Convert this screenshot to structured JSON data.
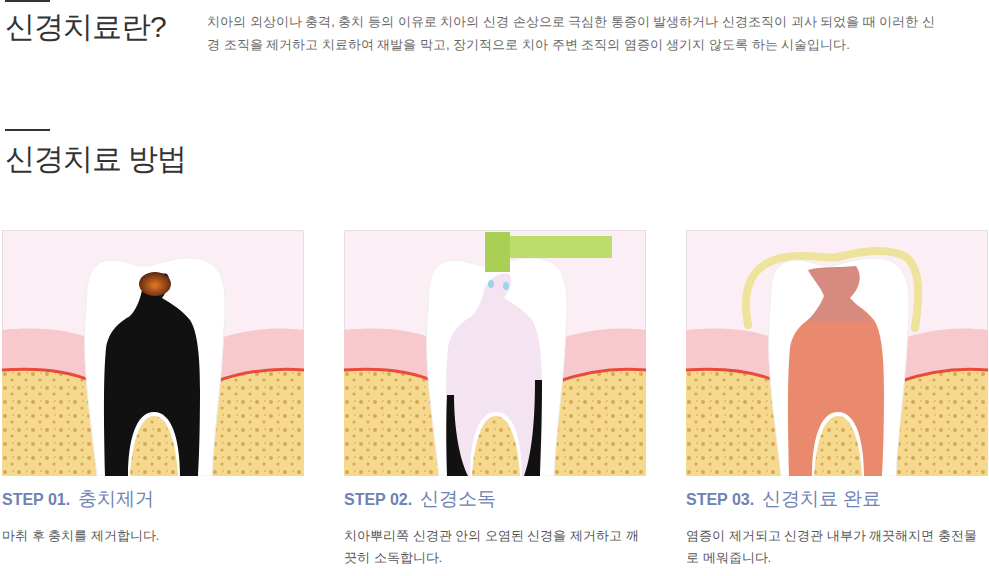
{
  "diagram": {
    "title": "신경치료란?",
    "nodes": [
      {
        "text": [
          "STEP 01.",
          "충치제거",
          "마취 후 충치를 제거합니다."
        ]
      },
      {
        "text": [
          "STEP 02.",
          "신경소독",
          "치아뿌리쪽 신경관 안의 오염된 신경을 제거하고 깨끗히 소독합니다."
        ]
      },
      {
        "text": [
          "STEP 03.",
          "신경치료 완료",
          "염증이 제거되고 신경관 내부가 깨끗해지면 충전물로 메워줍니다."
        ]
      }
    ],
    "labels": [
      "치아의 외상이나 충격, 충치 등의 이유로 치아의 신경 손상으로 극심한 통증이 발생하거나 신경조직이 괴사 되었을 때 이러한 신경 조직을 제거하고 치료하여 재발을 막고, 장기적으로 치아 주변 조직의 염증이 생기지 않도록 하는 시술입니다.",
      "신경치료 방법"
    ]
  }
}
